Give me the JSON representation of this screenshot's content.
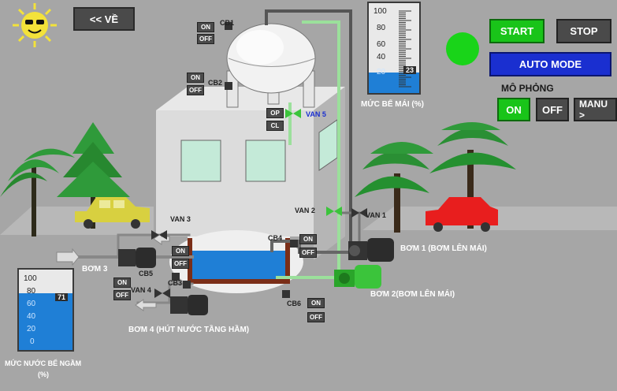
{
  "nav": {
    "back_label": "<< VỀ"
  },
  "controls": {
    "start_label": "START",
    "stop_label": "STOP",
    "auto_mode_label": "AUTO MODE",
    "run_indicator_color": "#19d419"
  },
  "simulation": {
    "title": "MÔ PHỎNG",
    "on_label": "ON",
    "off_label": "OFF",
    "manual_label": "MANU >"
  },
  "roof_tank_gauge": {
    "ticks": [
      "100",
      "80",
      "60",
      "40",
      "20"
    ],
    "value": "23",
    "level_percent": 23,
    "caption": "MỨC BỂ MÁI (%)"
  },
  "basement_tank_gauge": {
    "ticks": [
      "100",
      "80",
      "60",
      "40",
      "20",
      "0"
    ],
    "value": "71",
    "level_percent": 71,
    "caption_line1": "MỨC NƯỚC BỂ NGẦM",
    "caption_line2": "(%)"
  },
  "breakers": {
    "cb1": {
      "label": "CB1",
      "on": "ON",
      "off": "OFF"
    },
    "cb2": {
      "label": "CB2",
      "on": "ON",
      "off": "OFF"
    },
    "cb3": {
      "label": "CB3",
      "on": "ON",
      "off": "OFF"
    },
    "cb4": {
      "label": "CB4",
      "on": "ON",
      "off": "OFF"
    },
    "cb5": {
      "label": "CB5",
      "on": "ON",
      "off": "OFF"
    },
    "cb6": {
      "label": "CB6",
      "on": "ON",
      "off": "OFF"
    }
  },
  "valves": {
    "van1": "VAN 1",
    "van2": "VAN 2",
    "van3": "VAN 3",
    "van4": "VAN 4",
    "van5": {
      "label": "VAN 5",
      "open": "OP",
      "close": "CL"
    }
  },
  "pumps": {
    "bom1": "BƠM 1 (BƠM LÊN MÁI)",
    "bom2": "BƠM 2(BƠM LÊN MÁI)",
    "bom3": "BƠM 3",
    "bom4": "BƠM 4 (HÚT NƯỚC TẦNG HẦM)"
  },
  "colors": {
    "pipe_green": "#9be09b",
    "water_blue": "#1f7fd6",
    "button_green": "#19c419",
    "auto_blue": "#1a2fd0"
  }
}
